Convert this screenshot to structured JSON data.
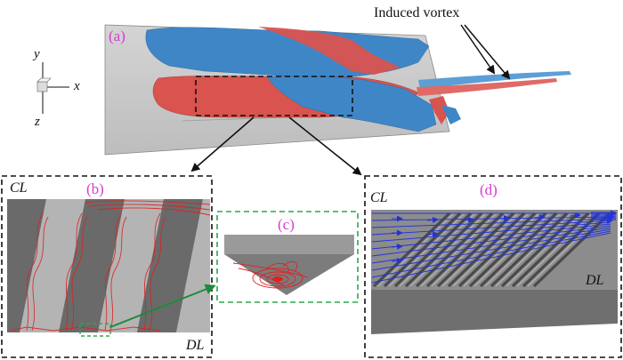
{
  "panels": {
    "a": "(a)",
    "b": "(b)",
    "c": "(c)",
    "d": "(d)"
  },
  "annotation": "Induced vortex",
  "axes": {
    "x": "x",
    "y": "y",
    "z": "z"
  },
  "panel_b": {
    "top_left": "CL",
    "bottom_right": "DL"
  },
  "panel_d": {
    "top_left": "CL",
    "right": "DL"
  },
  "colors": {
    "surface_blue": "#3f86c7",
    "surface_red": "#d9534f",
    "panel_label": "#d63ad6",
    "streamline_red": "#e02020",
    "streamline_blue": "#2233dd",
    "zoom_arrow_green": "#1f8a3a",
    "inset_border_green": "#2aa84a"
  }
}
